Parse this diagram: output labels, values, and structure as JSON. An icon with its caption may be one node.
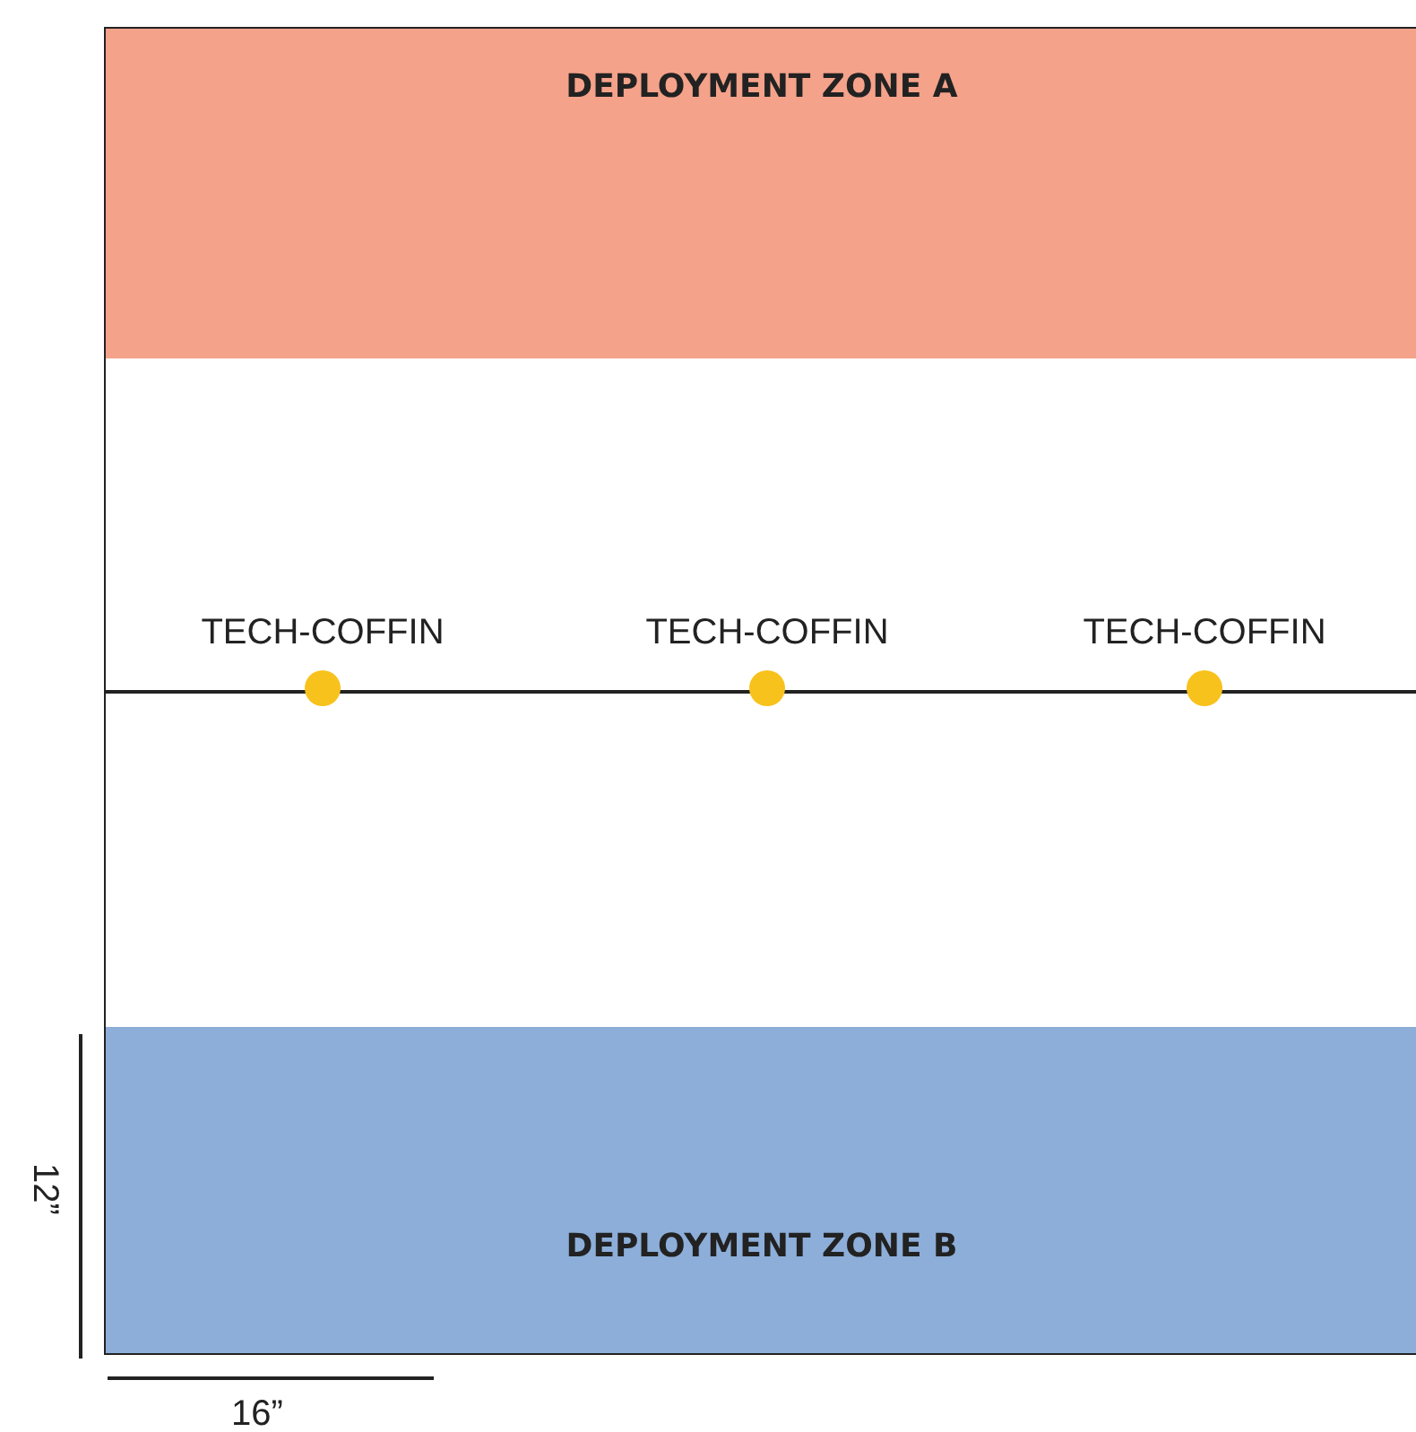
{
  "diagram": {
    "nodes": [
      {
        "text": [
          "DEPLOYMENT ZONE A"
        ]
      },
      {
        "text": [
          "TECH-COFFIN"
        ]
      },
      {
        "text": [
          "TECH-COFFIN"
        ]
      },
      {
        "text": [
          "TECH-COFFIN"
        ]
      },
      {
        "text": [
          "DEPLOYMENT ZONE B"
        ]
      }
    ],
    "labels": [
      "12”",
      "16”"
    ]
  }
}
